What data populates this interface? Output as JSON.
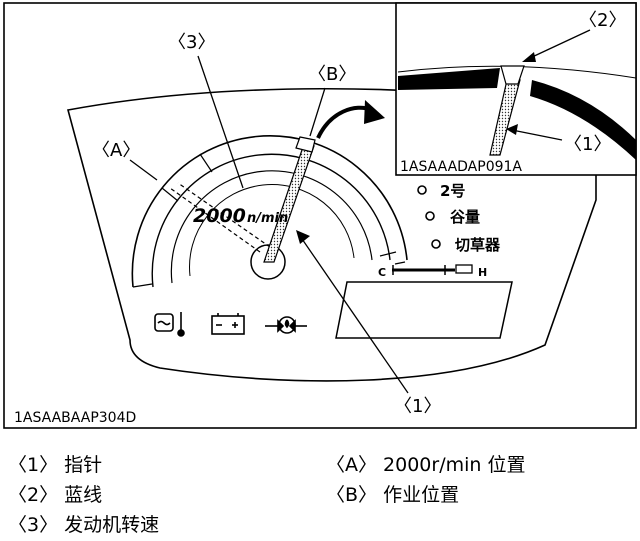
{
  "figure": {
    "main_code": "1ASAABAAP304D",
    "inset_code": "1ASAAADAP091A",
    "callouts": {
      "one": "〈1〉",
      "two": "〈2〉",
      "three": "〈3〉",
      "a": "〈A〉",
      "b": "〈B〉"
    },
    "gauge_text": "2000",
    "gauge_unit": "n/min",
    "indicators": {
      "item1": "2号",
      "item2": "谷量",
      "item3": "切草器"
    },
    "temp_scale": {
      "cold": "C",
      "hot": "H"
    }
  },
  "legend": {
    "items": [
      {
        "key": "〈1〉",
        "text": "指针"
      },
      {
        "key": "〈2〉",
        "text": "蓝线"
      },
      {
        "key": "〈3〉",
        "text": "发动机转速"
      },
      {
        "key": "〈A〉",
        "text": "2000r/min 位置"
      },
      {
        "key": "〈B〉",
        "text": "作业位置"
      }
    ]
  }
}
